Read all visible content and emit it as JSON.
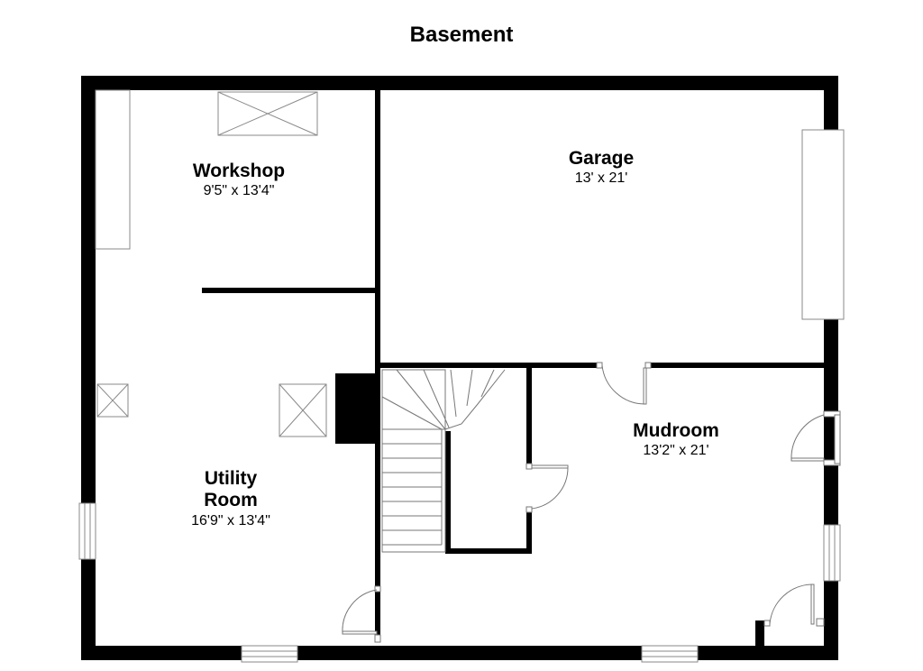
{
  "plan": {
    "title": "Basement",
    "rooms": {
      "workshop": {
        "name": "Workshop",
        "dims": "9'5\" x 13'4\""
      },
      "garage": {
        "name": "Garage",
        "dims": "13' x 21'"
      },
      "mudroom": {
        "name": "Mudroom",
        "dims": "13'2\" x 21'"
      },
      "utility": {
        "name_line1": "Utility",
        "name_line2": "Room",
        "dims": "16'9\" x 13'4\""
      }
    }
  }
}
